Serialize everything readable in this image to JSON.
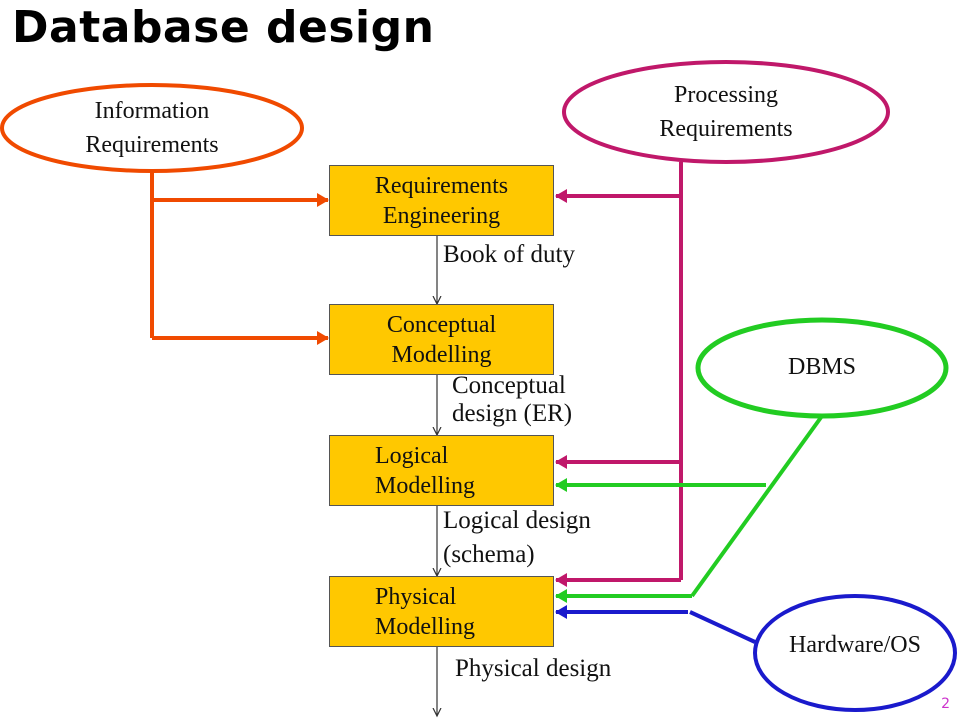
{
  "title": "Database design",
  "boxes": {
    "requirements_engineering": "Requirements\nEngineering",
    "conceptual_modelling": "Conceptual\nModelling",
    "logical_modelling": "Logical\nModelling",
    "physical_modelling": "Physical\nModelling"
  },
  "inputs": {
    "information_requirements": "Information\nRequirements",
    "processing_requirements": "Processing\nRequirements",
    "dbms": "DBMS",
    "hardware_os": "Hardware/OS"
  },
  "flow_labels": {
    "book_of_duty": "Book of duty",
    "conceptual_design": "Conceptual\ndesign (ER)",
    "logical_design": "Logical design\n(schema)",
    "physical_design": "Physical design"
  },
  "page_number": "2",
  "colors": {
    "box_fill": "#FFC800",
    "information": "#F04A00",
    "processing": "#C0186A",
    "dbms": "#22CC22",
    "hardware": "#1A1ACC",
    "page_number": "#CC33CC"
  }
}
